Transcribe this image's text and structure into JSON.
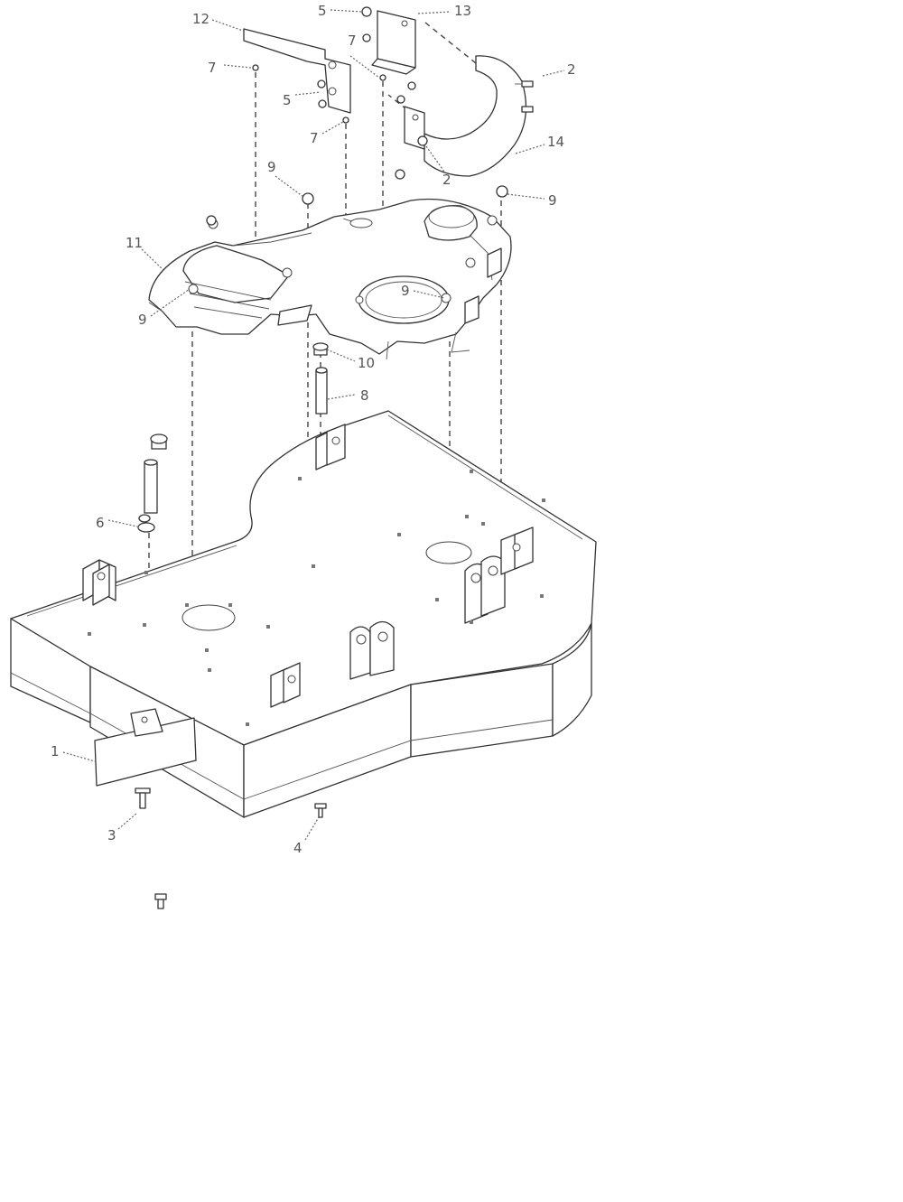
{
  "callouts": [
    {
      "id": "c1",
      "text": "1"
    },
    {
      "id": "c2a",
      "text": "2"
    },
    {
      "id": "c2b",
      "text": "2"
    },
    {
      "id": "c3",
      "text": "3"
    },
    {
      "id": "c4",
      "text": "4"
    },
    {
      "id": "c5a",
      "text": "5"
    },
    {
      "id": "c5b",
      "text": "5"
    },
    {
      "id": "c6",
      "text": "6"
    },
    {
      "id": "c7a",
      "text": "7"
    },
    {
      "id": "c7b",
      "text": "7"
    },
    {
      "id": "c7c",
      "text": "7"
    },
    {
      "id": "c8",
      "text": "8"
    },
    {
      "id": "c9a",
      "text": "9"
    },
    {
      "id": "c9b",
      "text": "9"
    },
    {
      "id": "c9c",
      "text": "9"
    },
    {
      "id": "c9d",
      "text": "9"
    },
    {
      "id": "c10",
      "text": "10"
    },
    {
      "id": "c11",
      "text": "11"
    },
    {
      "id": "c12",
      "text": "12"
    },
    {
      "id": "c13",
      "text": "13"
    },
    {
      "id": "c14",
      "text": "14"
    }
  ]
}
